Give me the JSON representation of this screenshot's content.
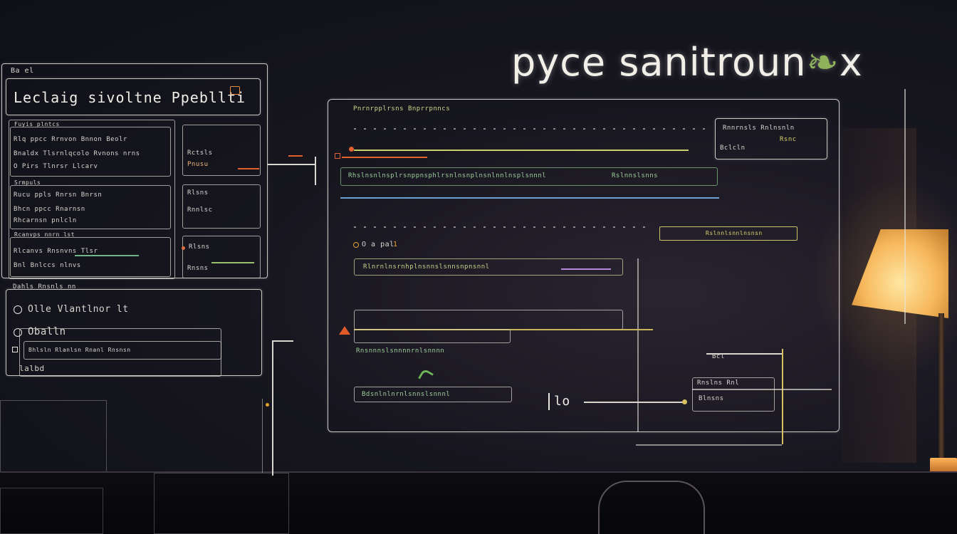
{
  "brand": {
    "wordmark": "pyce sanitroun",
    "wordmark_suffix": "x",
    "accent_color": "#8fb35a"
  },
  "left_panel": {
    "header_small": "Ba el",
    "title": "Leclaig sivoltne Ppebllti",
    "sidebar_list": {
      "heading": "Fuyis plntcs",
      "rows": [
        "Rlq ppcc Rrnvon Bnnon Beolr",
        "Bnaldx Tlsrnlqcolo Rvnons nrns",
        "O  Pirs Tlnrsr Llcarv"
      ]
    },
    "section_two": {
      "heading": "Srmpuls",
      "rows": [
        "Rucu ppls Rnrsn Bnrsn",
        "Bhcn ppcc Rnarnsn",
        "Rhcarnsn pnlcln"
      ]
    },
    "section_three": {
      "heading": "Rcanvps nnrn lst",
      "rows": [
        "Rlcanvs Rnsnvns Tlsr",
        "Bnl Bnlccs nlnvs"
      ]
    },
    "side_cards": [
      {
        "label": "Rctsls",
        "value": "Pnusu"
      },
      {
        "label": "Rlsns",
        "value": "Rnnlsc"
      },
      {
        "label": "Rlsns",
        "value": "Rnsns"
      }
    ],
    "footer_caption": "Dahls Rnsnls nn",
    "radio_options": [
      {
        "label": "Olle Vlantlnor lt"
      },
      {
        "label": "Oballn"
      }
    ],
    "input_row_text": "Bhlsln Rlanlsn Rnanl Rnsnsn",
    "checkbox_label": "lalbd"
  },
  "main_panel": {
    "top_label": "Pnrnrpplrsns Bnprrpnncs",
    "info_box": {
      "line1": "Rnnrnsls Rnlnsnln",
      "line2": "Rsnc",
      "line3": "Bclcln"
    },
    "active_field_text": "Rhslnsnlnsplrsnppnsphlrsnlnsnplnsnlnnlnsplsnnnl",
    "right_small_text": "Rslnnslsnns",
    "count_label": "O  a pal",
    "count_value": "1",
    "right_input_text": "Rslnnlsnnlnsnsn",
    "field_one_text": "Rlnrnlnsrnhplnsnnslsnnsnpnsnnl",
    "field_two_text": "Rnsnnnslsnnnnrnlsnnnn",
    "field_three_text": "Bdsnlnlnrnlsnnslsnnnl",
    "bottom_left_glyph": "lo",
    "subpanel": {
      "label": "Bcl",
      "title": "Rnslns Rnl",
      "value": "Blnsns"
    }
  }
}
